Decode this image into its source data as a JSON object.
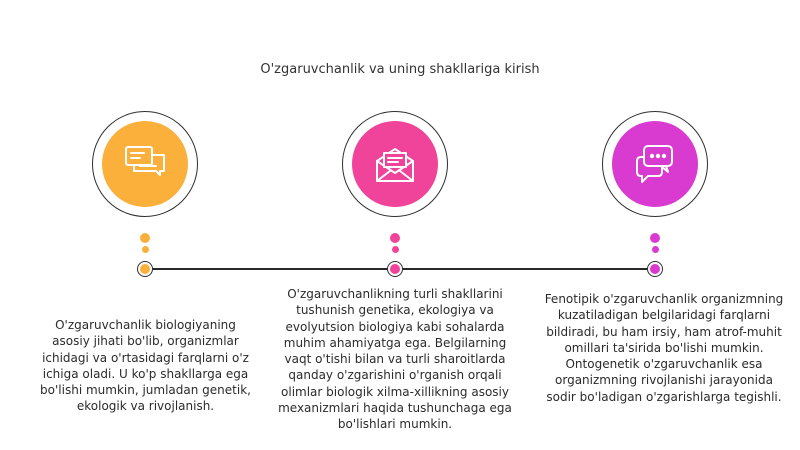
{
  "title": "O'zgaruvchanlik va uning shakllariga kirish",
  "colors": {
    "orange": "#FBB03B",
    "pink": "#F0449A",
    "magenta": "#D93BD0",
    "line": "#2a2a2a"
  },
  "items": [
    {
      "icon": "chat-windows-icon",
      "text": "O'zgaruvchanlik biologiyaning asosiy jihati bo'lib, organizmlar ichidagi va o'rtasidagi farqlarni o'z ichiga oladi. U ko'p shakllarga ega bo'lishi mumkin, jumladan genetik, ekologik va rivojlanish."
    },
    {
      "icon": "envelope-icon",
      "text": "O'zgaruvchanlikning turli shakllarini tushunish genetika, ekologiya va evolyutsion biologiya kabi sohalarda muhim ahamiyatga ega. Belgilarning vaqt o'tishi bilan va turli sharoitlarda qanday o'zgarishini o'rganish orqali olimlar biologik xilma-xillikning asosiy mexanizmlari haqida tushunchaga ega bo'lishlari mumkin."
    },
    {
      "icon": "speech-bubbles-icon",
      "text": "Fenotipik o'zgaruvchanlik organizmning kuzatiladigan belgilaridagi farqlarni bildiradi, bu ham irsiy, ham atrof-muhit omillari ta'sirida bo'lishi mumkin. Ontogenetik o'zgaruvchanlik esa organizmning rivojlanishi jarayonida sodir bo'ladigan o'zgarishlarga tegishli."
    }
  ]
}
